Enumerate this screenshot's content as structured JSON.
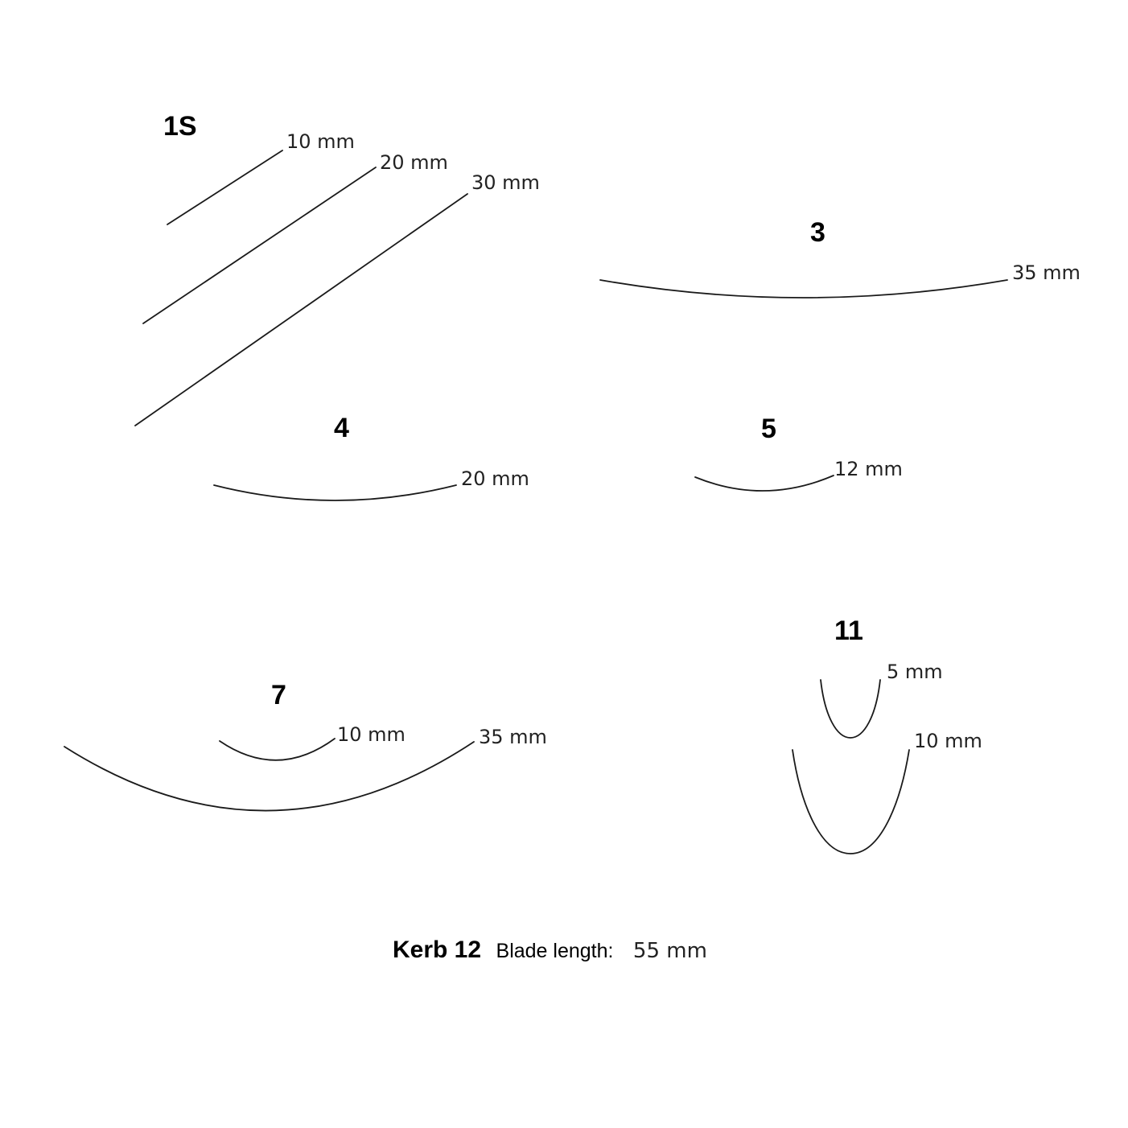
{
  "profiles": [
    {
      "id": "1s",
      "number": "1S",
      "widths": [
        {
          "size": "10 mm",
          "shape": "line",
          "value_mm": 10
        },
        {
          "size": "20 mm",
          "shape": "line",
          "value_mm": 20
        },
        {
          "size": "30 mm",
          "shape": "line",
          "value_mm": 30
        }
      ]
    },
    {
      "id": "3",
      "number": "3",
      "widths": [
        {
          "size": "35 mm",
          "shape": "arc",
          "value_mm": 35
        }
      ]
    },
    {
      "id": "4",
      "number": "4",
      "widths": [
        {
          "size": "20 mm",
          "shape": "arc",
          "value_mm": 20
        }
      ]
    },
    {
      "id": "5",
      "number": "5",
      "widths": [
        {
          "size": "12 mm",
          "shape": "arc",
          "value_mm": 12
        }
      ]
    },
    {
      "id": "7",
      "number": "7",
      "widths": [
        {
          "size": "10 mm",
          "shape": "arc",
          "value_mm": 10
        },
        {
          "size": "35 mm",
          "shape": "arc",
          "value_mm": 35
        }
      ]
    },
    {
      "id": "11",
      "number": "11",
      "widths": [
        {
          "size": "5 mm",
          "shape": "u",
          "value_mm": 5
        },
        {
          "size": "10 mm",
          "shape": "u",
          "value_mm": 10
        }
      ]
    }
  ],
  "footer": {
    "kerb": "Kerb 12",
    "blade_length_label": "Blade length:",
    "blade_length_value": "55 mm"
  }
}
